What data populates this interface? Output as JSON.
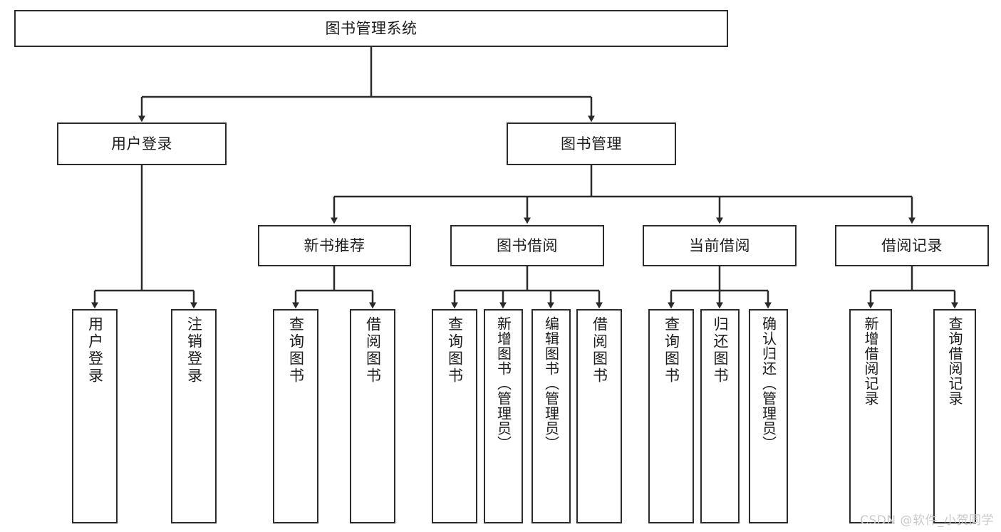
{
  "diagram": {
    "title": "图书管理系统",
    "type": "tree-hierarchy-chart",
    "orientation": "top-down",
    "stroke_color": "#2b2b2b",
    "fill_color": "#ffffff",
    "text_color": "#1c1c1c"
  },
  "nodes": {
    "root": {
      "label": "图书管理系统"
    },
    "level2": [
      {
        "label": "用户登录"
      },
      {
        "label": "图书管理"
      }
    ],
    "level3": [
      {
        "label": "新书推荐"
      },
      {
        "label": "图书借阅"
      },
      {
        "label": "当前借阅"
      },
      {
        "label": "借阅记录"
      }
    ],
    "leaves": {
      "user_login": [
        {
          "label": "用户登录"
        },
        {
          "label": "注销登录"
        }
      ],
      "new_book_recommend": [
        {
          "label": "查询图书"
        },
        {
          "label": "借阅图书"
        }
      ],
      "book_borrow": [
        {
          "label": "查询图书"
        },
        {
          "label": "新增图书（管理员）"
        },
        {
          "label": "编辑图书（管理员）"
        },
        {
          "label": "借阅图书"
        }
      ],
      "current_borrow": [
        {
          "label": "查询图书"
        },
        {
          "label": "归还图书"
        },
        {
          "label": "确认归还（管理员）"
        }
      ],
      "borrow_record": [
        {
          "label": "新增借阅记录"
        },
        {
          "label": "查询借阅记录"
        }
      ]
    }
  },
  "watermark": {
    "text": "CSDN @软件_小贺同学"
  }
}
